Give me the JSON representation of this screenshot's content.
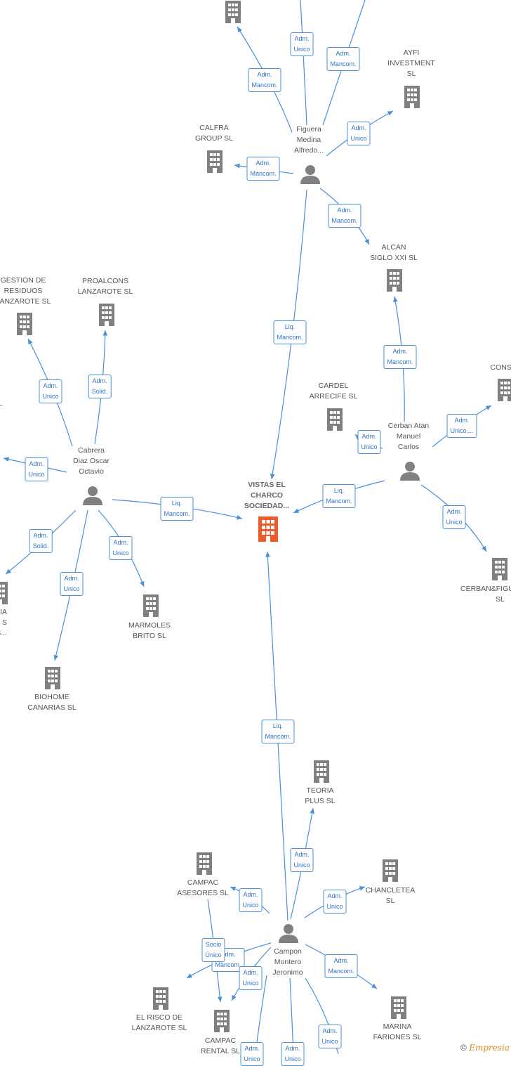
{
  "colors": {
    "edge": "#4a90d9",
    "icon": "#808080",
    "center_icon": "#ef5a2a",
    "brand": "#e08a1e"
  },
  "people": {
    "figueras": {
      "lines": [
        "Figuera",
        "Medina",
        "Alfredo..."
      ]
    },
    "cabrera": {
      "lines": [
        "Cabrera",
        "Diaz Oscar",
        "Octavio"
      ]
    },
    "cerban": {
      "lines": [
        "Cerban Atan",
        "Manuel",
        "Carlos"
      ]
    },
    "campon": {
      "lines": [
        "Campon",
        "Montero",
        "Jeronimo"
      ]
    }
  },
  "companies": {
    "center": {
      "lines": [
        "VISTAS EL",
        "CHARCO",
        "SOCIEDAD..."
      ]
    },
    "ayfi": {
      "lines": [
        "AYFI",
        "INVESTMENT",
        "SL"
      ]
    },
    "calfra": {
      "lines": [
        "CALFRA",
        "GROUP SL"
      ]
    },
    "alcan": {
      "lines": [
        "ALCAN",
        "SIGLO XXI SL"
      ]
    },
    "gestion": {
      "lines": [
        "GESTION DE",
        "RESIDUOS",
        "LANZAROTE SL"
      ]
    },
    "proalcons": {
      "lines": [
        "PROALCONS",
        "LANZAROTE SL"
      ]
    },
    "cardel": {
      "lines": [
        "CARDEL",
        "ARRECIFE SL"
      ]
    },
    "construp": {
      "lines": [
        "CONSTRUP"
      ]
    },
    "left_l": {
      "lines": [
        "L"
      ]
    },
    "left_aria": {
      "lines": [
        "ARIA",
        "S",
        "AS..."
      ]
    },
    "marmoles": {
      "lines": [
        "MARMOLES",
        "BRITO SL"
      ]
    },
    "biohome": {
      "lines": [
        "BIOHOME",
        "CANARIAS SL"
      ]
    },
    "cerbanfig": {
      "lines": [
        "CERBAN&FIGU",
        "SL"
      ]
    },
    "teoria": {
      "lines": [
        "TEORIA",
        "PLUS SL"
      ]
    },
    "campac_ases": {
      "lines": [
        "CAMPAC",
        "ASESORES SL"
      ]
    },
    "chancletea": {
      "lines": [
        "CHANCLETEA",
        "SL"
      ]
    },
    "elrisco": {
      "lines": [
        "EL RISCO DE",
        "LANZAROTE SL"
      ]
    },
    "campac_rental": {
      "lines": [
        "CAMPAC",
        "RENTAL SL"
      ]
    },
    "marina": {
      "lines": [
        "MARINA",
        "FARIONES SL"
      ]
    }
  },
  "edge_labels": {
    "fig_top1": [
      "Adm.",
      "Mancom."
    ],
    "fig_top2": [
      "Adm.",
      "Unico"
    ],
    "fig_top3": [
      "Adm.",
      "Mancom."
    ],
    "fig_ayfi": [
      "Adm.",
      "Unico"
    ],
    "fig_calfra": [
      "Adm.",
      "Mancom."
    ],
    "fig_alcan": [
      "Adm.",
      "Mancom."
    ],
    "fig_center": [
      "Liq.",
      "Mancom."
    ],
    "cab_gestion": [
      "Adm.",
      "Unico"
    ],
    "cab_proalcons": [
      "Adm.",
      "Solid."
    ],
    "cab_left": [
      "Adm.",
      "Unico"
    ],
    "cab_center": [
      "Liq.",
      "Mancom."
    ],
    "cab_aria": [
      "Adm.",
      "Solid."
    ],
    "cab_biohome": [
      "Adm.",
      "Unico"
    ],
    "cab_marmoles": [
      "Adm.",
      "Unico"
    ],
    "cer_alcan": [
      "Adm.",
      "Mancom."
    ],
    "cer_cardel": [
      "Adm.",
      "Unico"
    ],
    "cer_construp": [
      "Adm.",
      "Unico,..."
    ],
    "cer_center": [
      "Liq.",
      "Mancom."
    ],
    "cer_cerbanfig": [
      "Adm.",
      "Unico"
    ],
    "cam_center": [
      "Liq.",
      "Mancom."
    ],
    "cam_teoria": [
      "Adm.",
      "Unico"
    ],
    "cam_campac_ases": [
      "Adm.",
      "Unico"
    ],
    "cam_chancletea": [
      "Adm.",
      "Unico"
    ],
    "cam_elrisco_a": [
      "Adm.",
      "Mancom."
    ],
    "cam_elrisco_b": [
      "Socio",
      "Único"
    ],
    "cam_rental": [
      "Adm.",
      "Unico"
    ],
    "cam_marina": [
      "Adm.",
      "Mancom."
    ],
    "cam_bottom1": [
      "Adm.",
      "Unico"
    ],
    "cam_bottom2": [
      "Adm.",
      "Unico"
    ],
    "cam_bottom3": [
      "Adm.",
      "Unico"
    ]
  },
  "footer": {
    "copyright": "©",
    "brand": "Empresia"
  }
}
